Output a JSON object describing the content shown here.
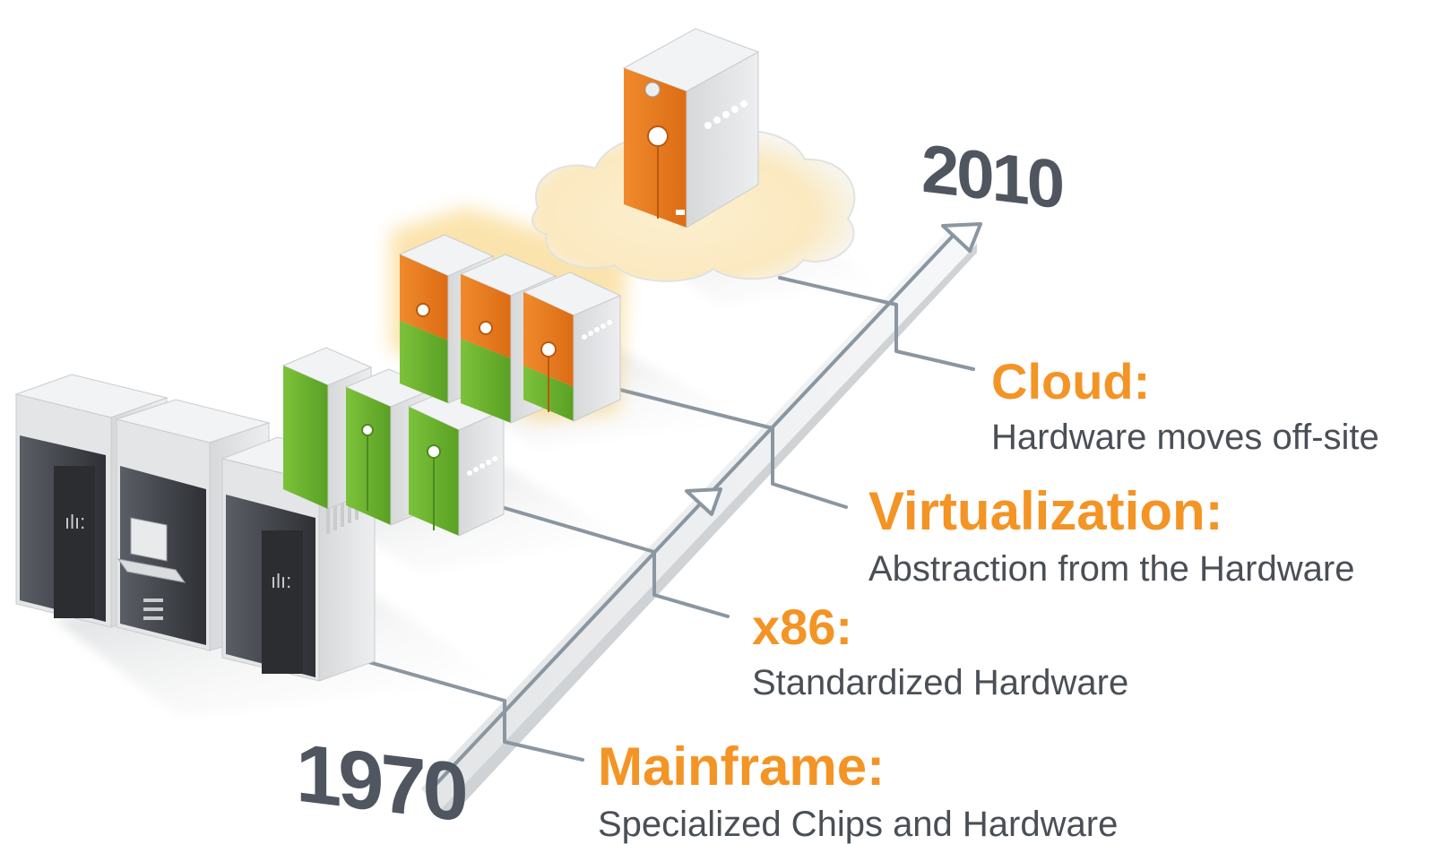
{
  "timeline": {
    "start_year": "1970",
    "end_year": "2010"
  },
  "eras": [
    {
      "title": "Mainframe:",
      "description": "Specialized Chips and Hardware"
    },
    {
      "title": "x86:",
      "description": "Standardized Hardware"
    },
    {
      "title": "Virtualization:",
      "description": "Abstraction from the Hardware"
    },
    {
      "title": "Cloud:",
      "description": "Hardware moves off-site"
    }
  ],
  "colors": {
    "accent_orange": "#f39425",
    "server_orange": "#ea7a1c",
    "server_green": "#6cb42e",
    "mainframe_dark": "#3d4046",
    "timeline_gray": "#8a96a0",
    "text_dark": "#4a4f56",
    "year_text": "#4f565f",
    "cloud_glow": "#fbe6b6"
  },
  "icons": {
    "mainframe": "mainframe-icon",
    "x86_server": "server-tower-icon",
    "virtual_server": "server-tower-icon",
    "cloud": "cloud-icon"
  }
}
